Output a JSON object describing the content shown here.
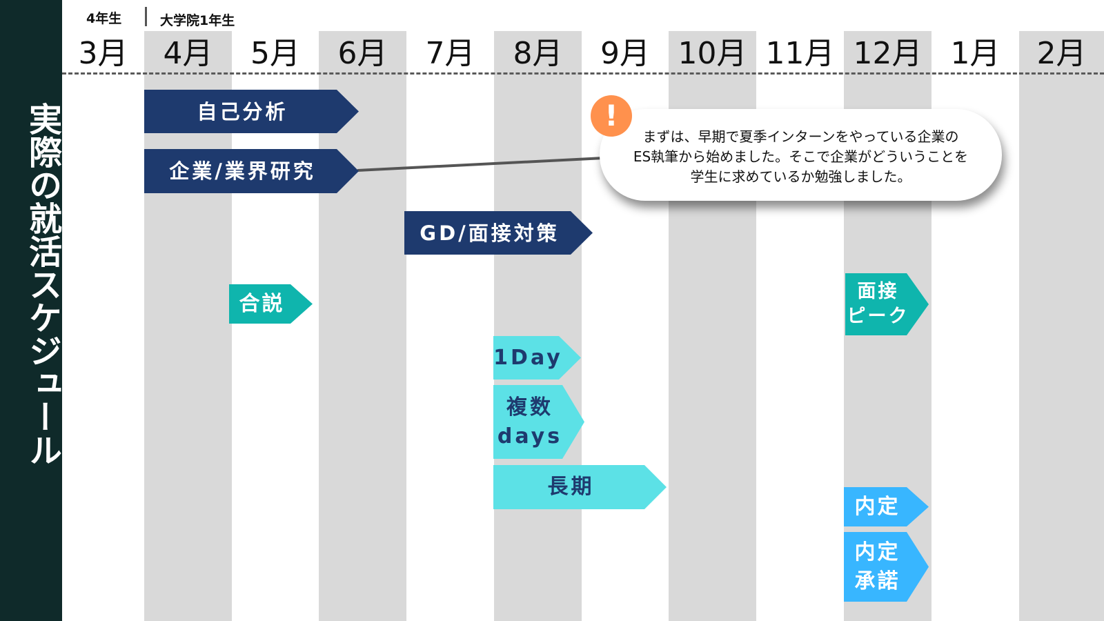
{
  "sidebar": {
    "title": "実際の就活スケジュール"
  },
  "header": {
    "grade_left": "4年生",
    "grade_right": "大学院1年生"
  },
  "months": [
    "3月",
    "4月",
    "5月",
    "6月",
    "7月",
    "8月",
    "9月",
    "10月",
    "11月",
    "12月",
    "1月",
    "2月"
  ],
  "bars": {
    "self_analysis": "自己分析",
    "company_research": "企業/業界研究",
    "gd_interview": "GD/面接対策",
    "joint_briefing": "合説",
    "interview_peak_1": "面接",
    "interview_peak_2": "ピーク",
    "intern_1day": "1Day",
    "intern_multi_1": "複数",
    "intern_multi_2": "days",
    "intern_long": "長期",
    "offer": "内定",
    "offer_accept_1": "内定",
    "offer_accept_2": "承諾"
  },
  "callout": {
    "icon": "!",
    "line1": "まずは、早期で夏季インターンをやっている企業の",
    "line2": "ES執筆から始めました。そこで企業がどういうことを",
    "line3": "学生に求めているか勉強しました。"
  },
  "colors": {
    "sidebar": "#0f2a2a",
    "navy": "#1e3a6e",
    "teal": "#0fb5ad",
    "cyan": "#5ce1e6",
    "blue": "#38b6ff",
    "alert": "#ff914d",
    "column": "#d9d9d9"
  }
}
